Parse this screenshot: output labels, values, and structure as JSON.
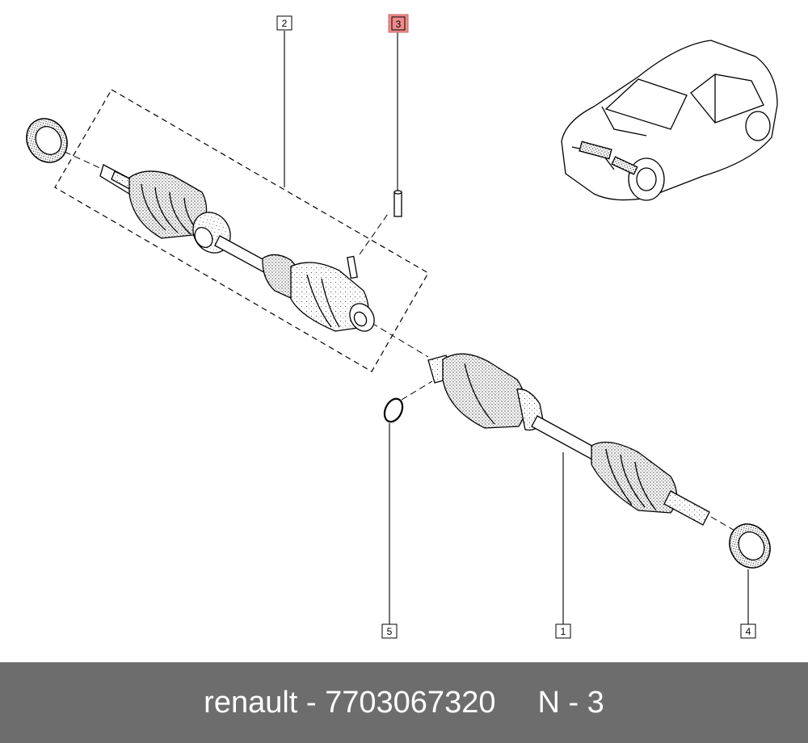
{
  "callouts": [
    {
      "label": "1"
    },
    {
      "label": "2"
    },
    {
      "label": "3",
      "highlight": "#f08c8c"
    },
    {
      "label": "4"
    },
    {
      "label": "5"
    }
  ],
  "footer": {
    "brand_part": "renault - 7703067320",
    "ref": "N - 3"
  },
  "colors": {
    "footer_bg": "#6d6d6d",
    "highlight": "#f08c8c"
  }
}
